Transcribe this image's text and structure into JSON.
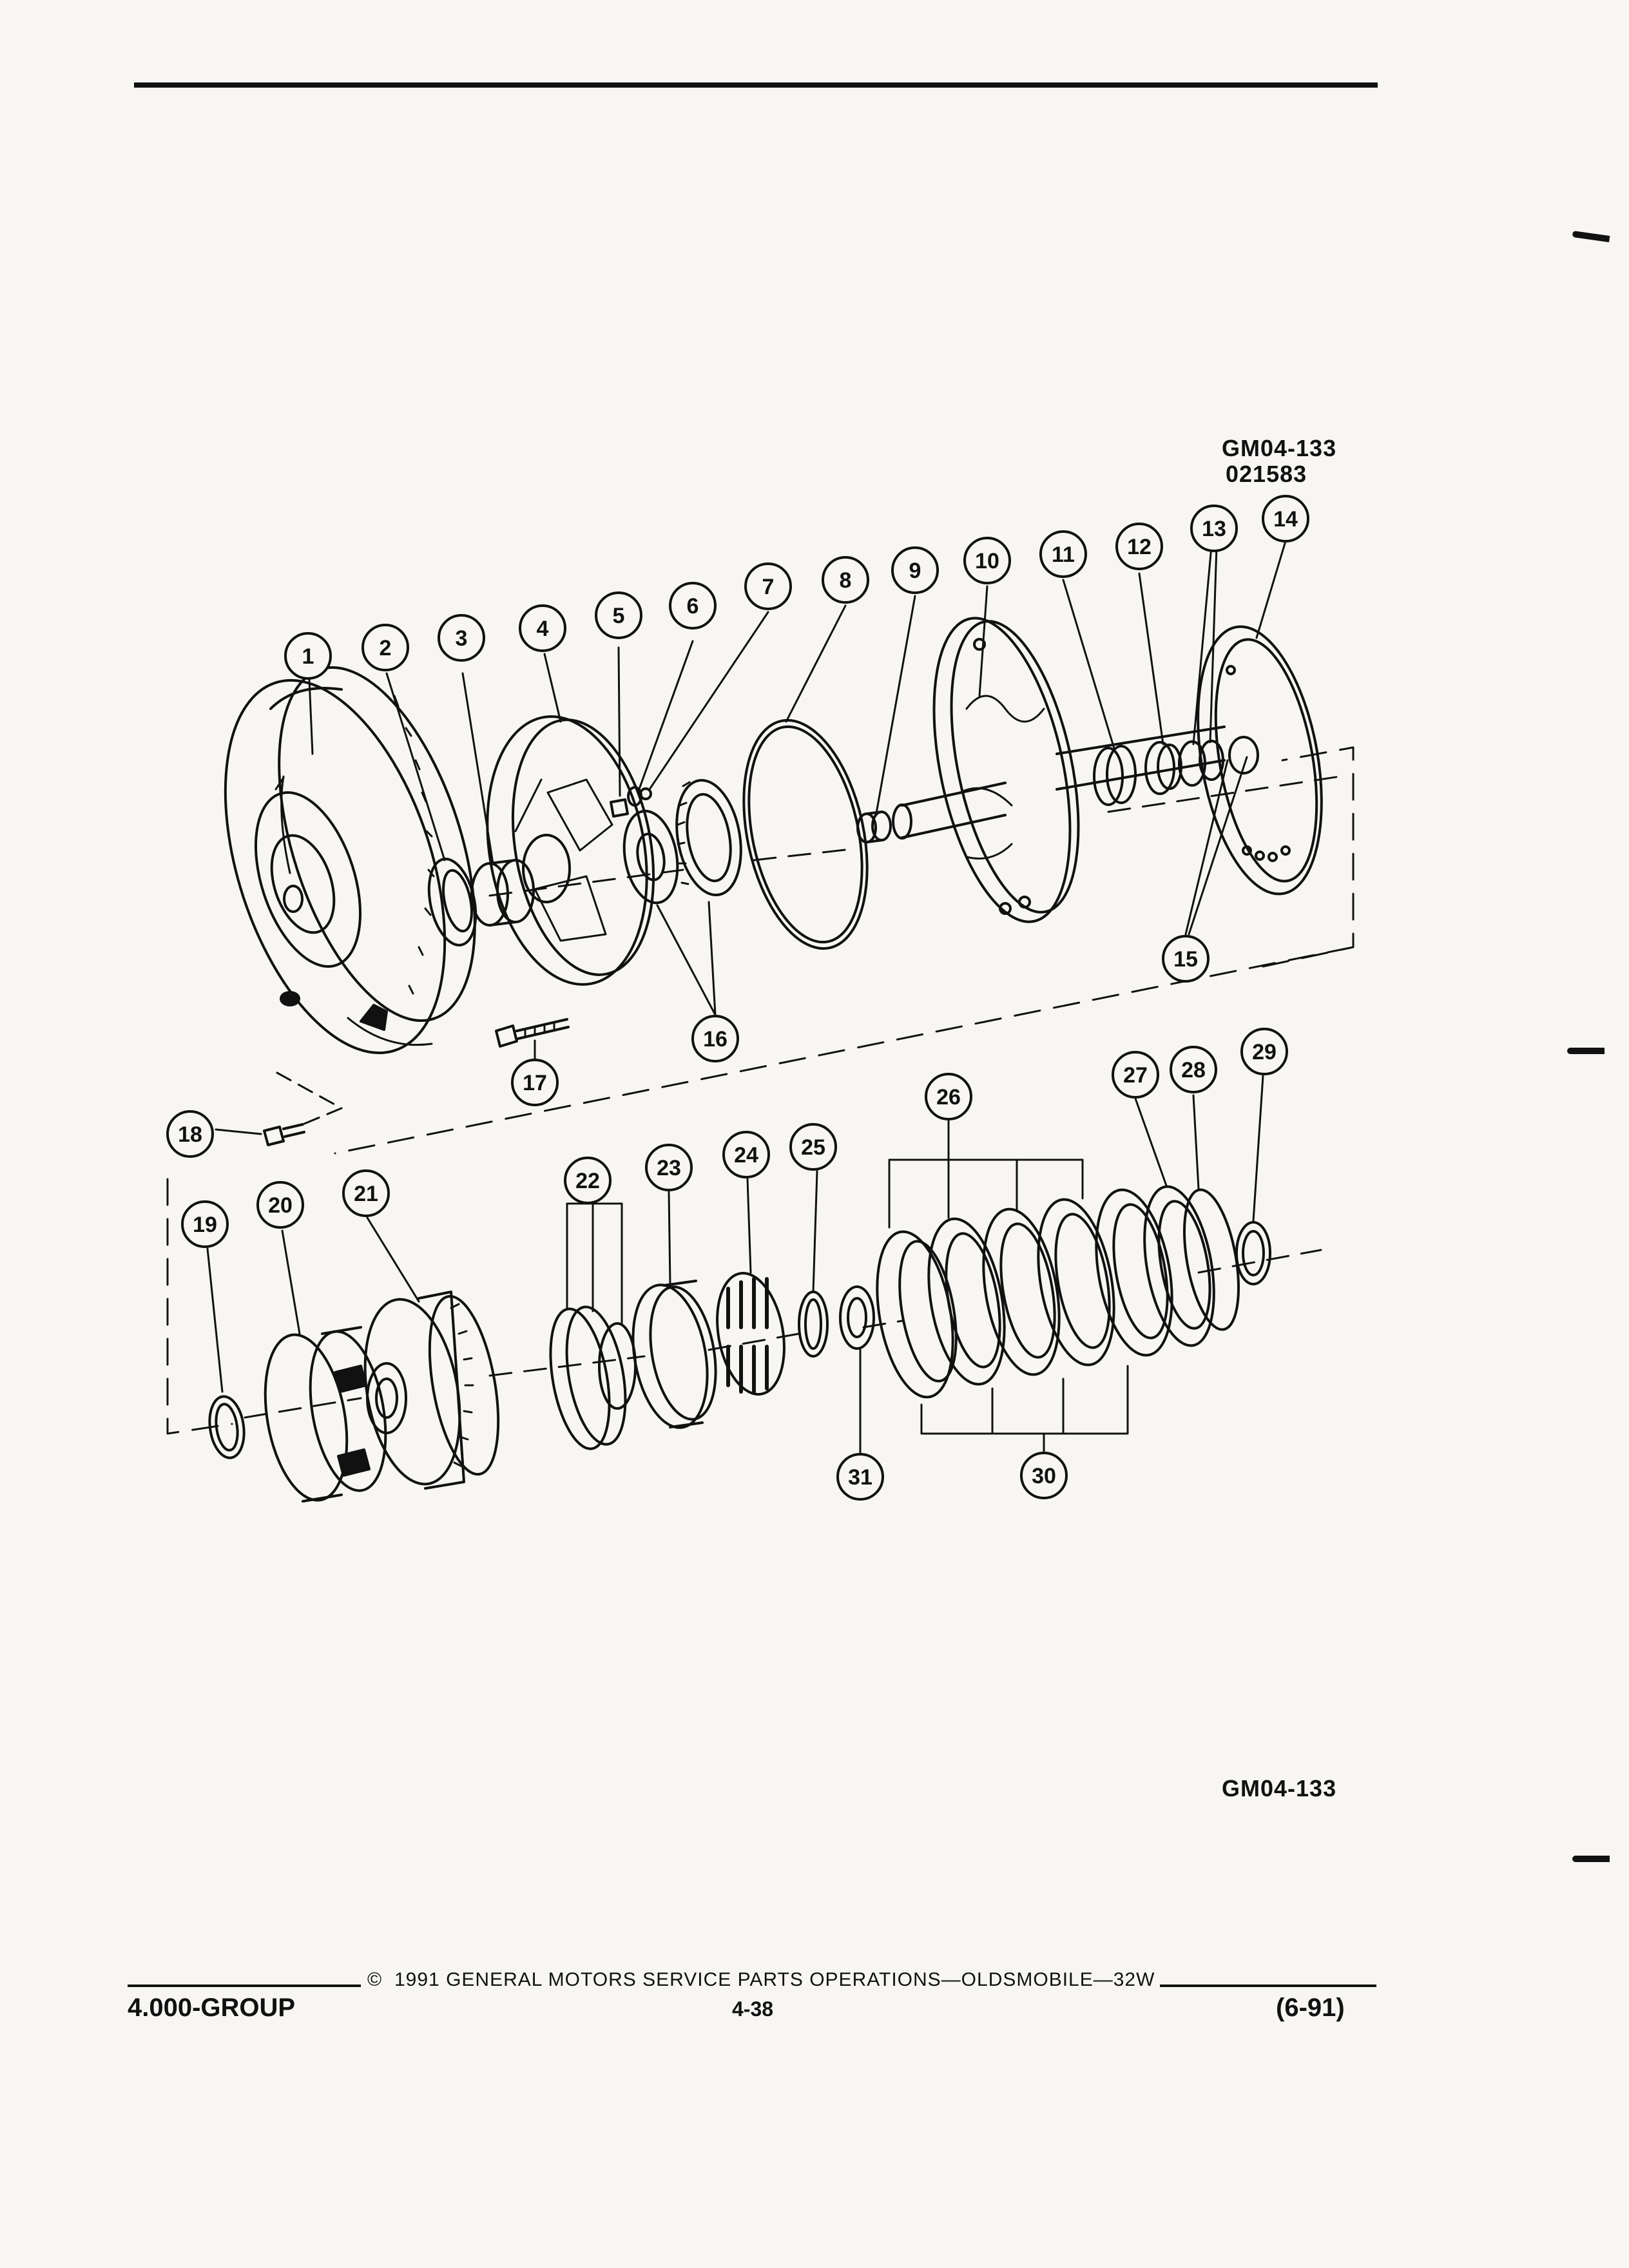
{
  "header": {
    "figure_id_top": "GM04-133",
    "figure_code_top": "021583"
  },
  "figure_id_bottom": "GM04-133",
  "callouts": [
    "1",
    "2",
    "3",
    "4",
    "5",
    "6",
    "7",
    "8",
    "9",
    "10",
    "11",
    "12",
    "13",
    "14",
    "15",
    "16",
    "17",
    "18",
    "19",
    "20",
    "21",
    "22",
    "23",
    "24",
    "25",
    "26",
    "27",
    "28",
    "29",
    "30",
    "31"
  ],
  "footer": {
    "copyright_symbol": "©",
    "copyright": "1991  GENERAL MOTORS SERVICE PARTS OPERATIONS—OLDSMOBILE—32W",
    "group": "4.000-GROUP",
    "page_number": "4-38",
    "revision": "(6-91)"
  }
}
